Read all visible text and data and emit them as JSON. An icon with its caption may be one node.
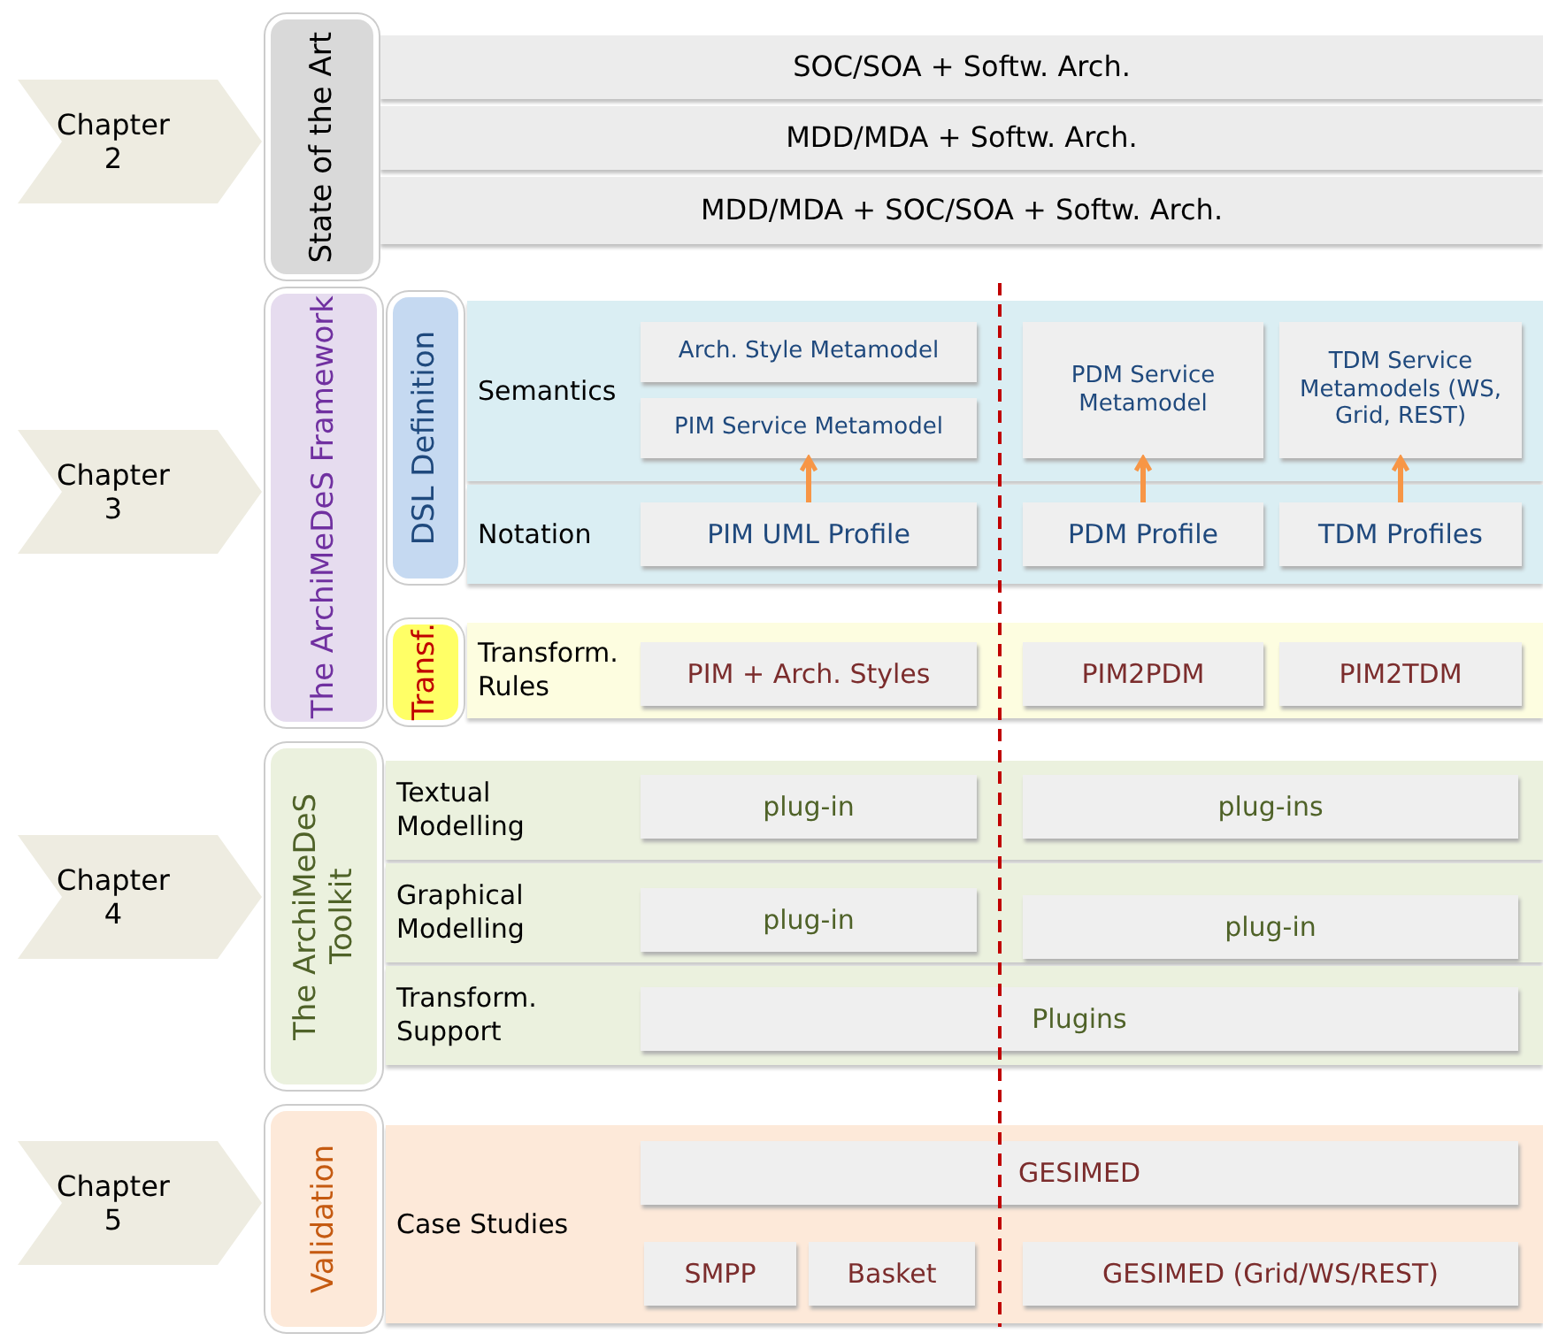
{
  "diagram": {
    "nodes": [
      {
        "text": [
          "Chapter 2"
        ]
      },
      {
        "text": [
          "State of the Art"
        ]
      },
      {
        "text": [
          "SOC/SOA + Softw. Arch."
        ]
      },
      {
        "text": [
          "MDD/MDA + Softw. Arch."
        ]
      },
      {
        "text": [
          "MDD/MDA + SOC/SOA + Softw. Arch."
        ]
      },
      {
        "text": [
          "Chapter 3"
        ]
      },
      {
        "text": [
          "The ArchiMeDeS Framework"
        ]
      },
      {
        "text": [
          "DSL Definition"
        ]
      },
      {
        "text": [
          "Semantics"
        ]
      },
      {
        "text": [
          "Arch. Style Metamodel"
        ],
        "in": 8
      },
      {
        "text": [
          "PIM Service Metamodel"
        ],
        "in": 8
      },
      {
        "text": [
          "PDM Service Metamodel"
        ],
        "in": 8
      },
      {
        "text": [
          "TDM Service Metamodels (WS, Grid, REST)"
        ],
        "in": 8
      },
      {
        "text": [
          "Notation"
        ]
      },
      {
        "text": [
          "PIM UML Profile"
        ],
        "in": 13
      },
      {
        "text": [
          "PDM Profile"
        ],
        "in": 13
      },
      {
        "text": [
          "TDM Profiles"
        ],
        "in": 13
      },
      {
        "text": [
          "Transf."
        ]
      },
      {
        "text": [
          "Transform. Rules"
        ]
      },
      {
        "text": [
          "PIM + Arch. Styles"
        ],
        "in": 18
      },
      {
        "text": [
          "PIM2PDM"
        ],
        "in": 18
      },
      {
        "text": [
          "PIM2TDM"
        ],
        "in": 18
      },
      {
        "text": [
          "Chapter 4"
        ]
      },
      {
        "text": [
          "The ArchiMeDeS Toolkit"
        ]
      },
      {
        "text": [
          "Textual Modelling"
        ]
      },
      {
        "text": [
          "plug-in"
        ],
        "in": 24
      },
      {
        "text": [
          "plug-ins"
        ],
        "in": 24
      },
      {
        "text": [
          "Graphical Modelling"
        ]
      },
      {
        "text": [
          "plug-in"
        ],
        "in": 27
      },
      {
        "text": [
          "plug-in"
        ],
        "in": 27
      },
      {
        "text": [
          "Transform. Support"
        ]
      },
      {
        "text": [
          "Plugins"
        ],
        "in": 30
      },
      {
        "text": [
          "Chapter 5"
        ]
      },
      {
        "text": [
          "Validation"
        ]
      },
      {
        "text": [
          "Case Studies"
        ]
      },
      {
        "text": [
          "GESIMED"
        ],
        "in": 34
      },
      {
        "text": [
          "SMPP"
        ],
        "in": 34
      },
      {
        "text": [
          "Basket"
        ],
        "in": 34
      },
      {
        "text": [
          "GESIMED (Grid/WS/REST)"
        ],
        "in": 34
      }
    ],
    "edges": [
      {
        "from": 14,
        "to": 10,
        "arrow": "to"
      },
      {
        "from": 15,
        "to": 11,
        "arrow": "to"
      },
      {
        "from": 16,
        "to": 12,
        "arrow": "to"
      }
    ]
  }
}
